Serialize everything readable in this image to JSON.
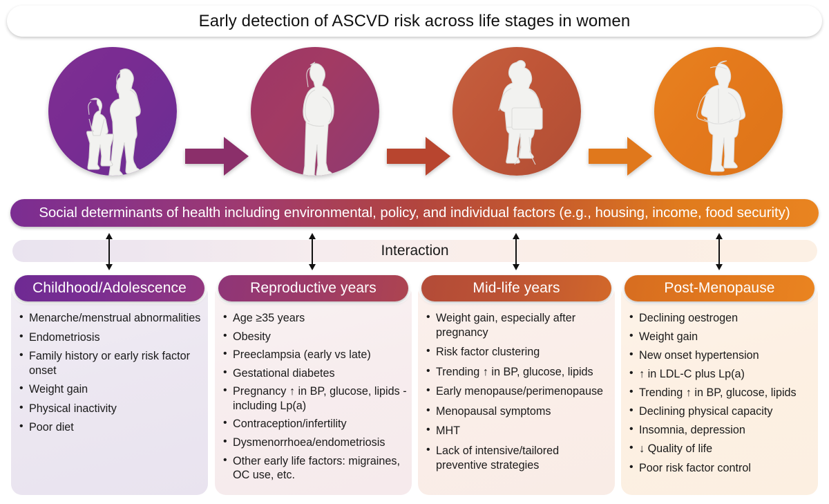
{
  "title": {
    "text": "Early detection of ASCVD risk across life stages in women"
  },
  "stages": [
    {
      "name": "childhood-adolescence",
      "icon": "mother-and-girl-silhouette-icon",
      "color": "#7d2f93"
    },
    {
      "name": "reproductive-years",
      "icon": "pregnant-woman-silhouette-icon",
      "color": "#9e3767"
    },
    {
      "name": "mid-life-years",
      "icon": "working-woman-silhouette-icon",
      "color": "#c5603f"
    },
    {
      "name": "post-menopause",
      "icon": "older-woman-silhouette-icon",
      "color": "#e8821f"
    }
  ],
  "flow_arrows": [
    {
      "name": "arrow-childhood-to-reproductive",
      "color": "#8b2f6a"
    },
    {
      "name": "arrow-reproductive-to-midlife",
      "color": "#b8452f"
    },
    {
      "name": "arrow-midlife-to-postmenopause",
      "color": "#e0781c"
    }
  ],
  "sdoh_bar": {
    "text": "Social determinants of health including environmental, policy, and individual factors (e.g., housing, income, food security)",
    "gradient_start": "#7b2d92",
    "gradient_end": "#e98420"
  },
  "interaction": {
    "label": "Interaction",
    "arrow_count": 4
  },
  "columns": [
    {
      "id": "childhood-adolescence",
      "heading": "Childhood/Adolescence",
      "accent": "#7b2e91",
      "items": [
        "Menarche/menstrual abnormalities",
        "Endometriosis",
        "Family history or early risk factor onset",
        "Weight gain",
        "Physical inactivity",
        "Poor diet"
      ]
    },
    {
      "id": "reproductive-years",
      "heading": "Reproductive years",
      "accent": "#9c3a69",
      "items": [
        "Age ≥35 years",
        "Obesity",
        "Preeclampsia (early vs late)",
        "Gestational diabetes",
        "Pregnancy ↑ in BP, glucose, lipids - including Lp(a)",
        "Contraception/infertility",
        "Dysmenorrhoea/endometriosis",
        "Other early life factors: migraines, OC use, etc."
      ]
    },
    {
      "id": "mid-life-years",
      "heading": "Mid-life years",
      "accent": "#bc5334",
      "items": [
        "Weight gain, especially after pregnancy",
        "Risk factor clustering",
        "Trending ↑ in BP, glucose, lipids",
        "Early menopause/perimenopause",
        "Menopausal symptoms",
        "MHT",
        "Lack of intensive/tailored preventive strategies"
      ]
    },
    {
      "id": "post-menopause",
      "heading": "Post-Menopause",
      "accent": "#e0771e",
      "items": [
        "Declining oestrogen",
        "Weight gain",
        "New onset hypertension",
        "↑ in LDL-C plus Lp(a)",
        "Trending ↑ in BP, glucose, lipids",
        "Declining physical capacity",
        "Insomnia, depression",
        "↓ Quality of life",
        "Poor risk factor control"
      ]
    }
  ]
}
